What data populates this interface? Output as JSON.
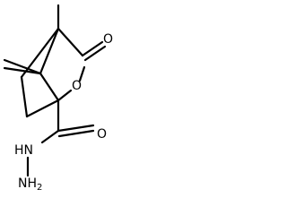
{
  "atoms": {
    "carbonyl_oxygen_top": "O",
    "ring_oxygen": "O",
    "amide_oxygen": "O",
    "hydrazide_nh": "HN",
    "amine_n": "NH",
    "amine_subscript": "2"
  }
}
